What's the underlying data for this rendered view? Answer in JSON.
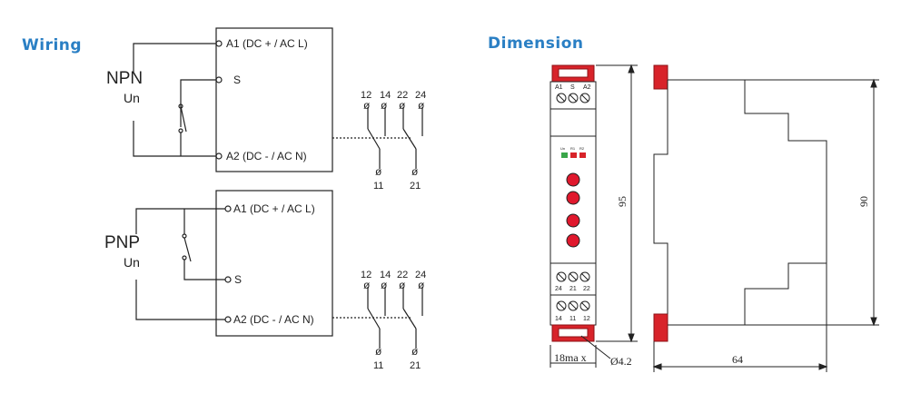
{
  "wiring": {
    "title": "Wiring",
    "npn": {
      "mode": "NPN",
      "supply": "Un",
      "a1": "A1 (DC +  / AC L)",
      "s": "S",
      "a2": "A2 (DC -  / AC N)"
    },
    "pnp": {
      "mode": "PNP",
      "supply": "Un",
      "a1": "A1 (DC +  / AC L)",
      "s": "S",
      "a2": "A2 (DC -  / AC N)"
    },
    "contacts_top": [
      "12",
      "14",
      "22",
      "24"
    ],
    "contacts_bottom": [
      "11",
      "21"
    ]
  },
  "dimension": {
    "title": "Dimension",
    "height_front": "95",
    "height_side": "90",
    "depth": "64",
    "width": "18ma x",
    "hole": "Ø4.2",
    "terminals_top": [
      "A1",
      "S",
      "A2"
    ],
    "terminals_mid": [
      "24",
      "21",
      "22"
    ],
    "terminals_bottom": [
      "14",
      "11",
      "12"
    ],
    "leds": [
      "Un",
      "R1",
      "R2"
    ],
    "colors": {
      "accent": "#2a7fc4",
      "clip": "#d8232a",
      "led_green": "#3aa64a",
      "knob": "#e0182d"
    }
  }
}
